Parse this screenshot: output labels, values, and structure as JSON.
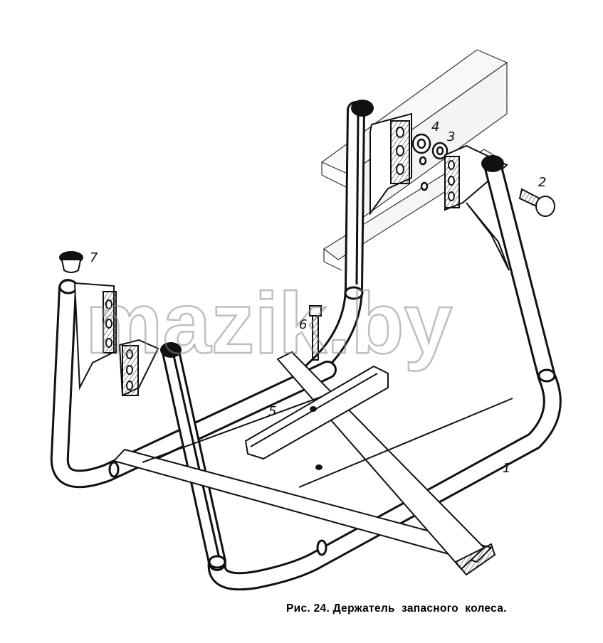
{
  "figure": {
    "caption": "Рис. 24. Держатель  запасного  колеса.",
    "watermark": "mazik.by",
    "callouts": [
      "1",
      "2",
      "3",
      "4",
      "5",
      "6",
      "7"
    ]
  }
}
